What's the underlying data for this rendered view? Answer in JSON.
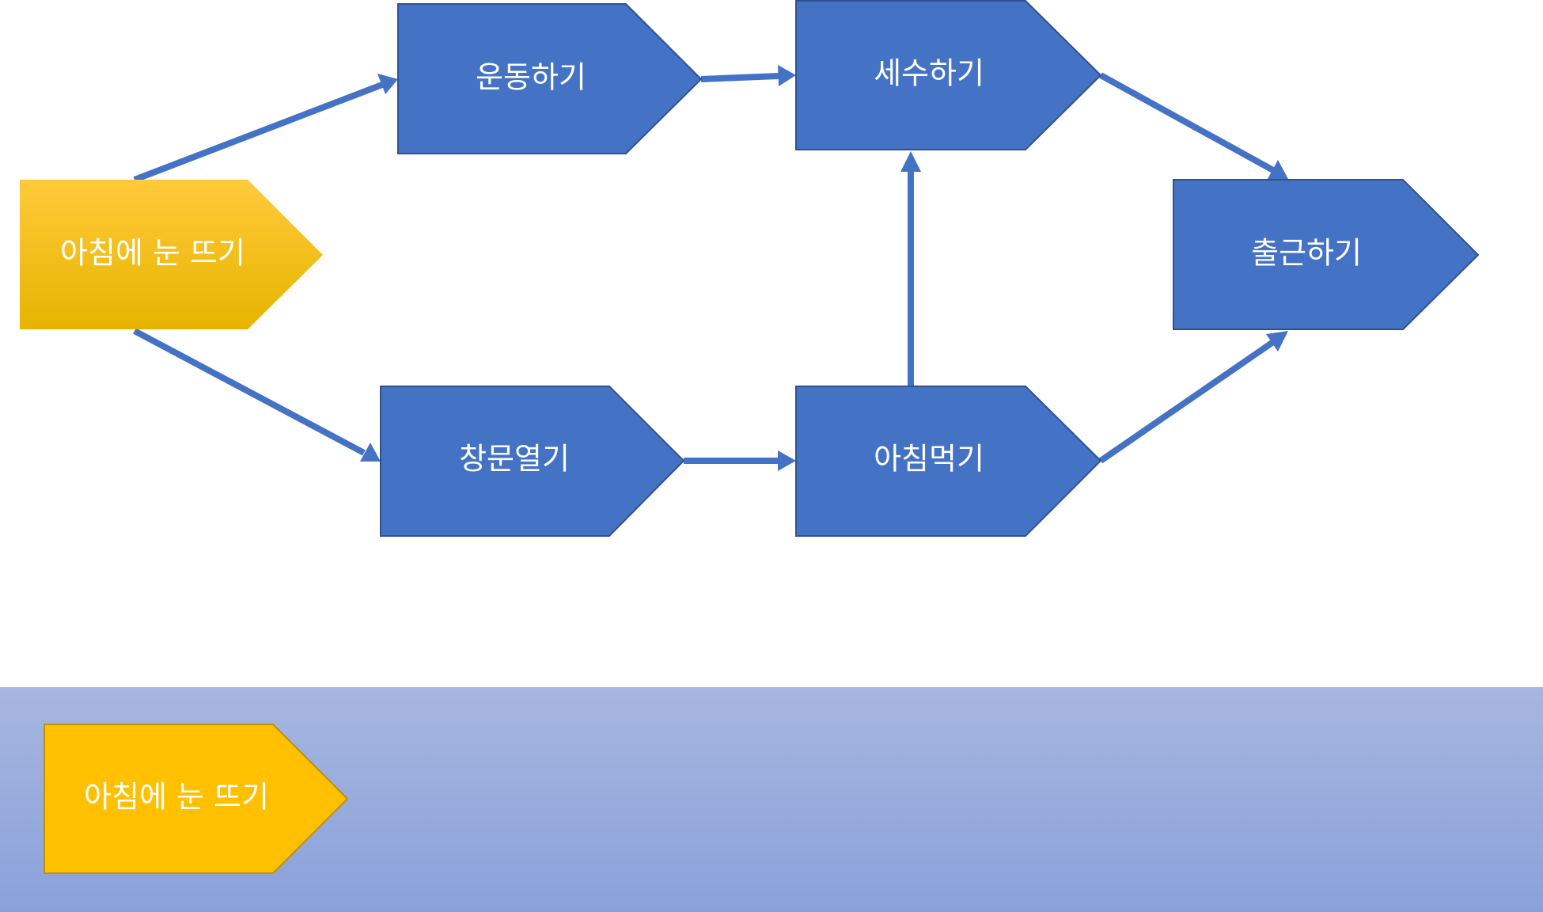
{
  "diagram": {
    "type": "flowchart",
    "colors": {
      "process_fill": "#4472C4",
      "process_stroke": "#2F528F",
      "start_gradient_top": "#FFCA3A",
      "start_gradient_bottom": "#E6B400",
      "palette_shape_fill": "#FFC000",
      "palette_shape_stroke": "#BF9000",
      "arrow": "#4472C4",
      "label_text": "#FFFFFF",
      "palette_band_top": "#A6B6DF",
      "palette_band_bottom": "#8AA1DA"
    },
    "nodes": {
      "wake_up": {
        "label": "아침에 눈 뜨기"
      },
      "exercise": {
        "label": "운동하기"
      },
      "wash_face": {
        "label": "세수하기"
      },
      "commute": {
        "label": "출근하기"
      },
      "open_window": {
        "label": "창문열기"
      },
      "eat_breakfast": {
        "label": "아침먹기"
      }
    },
    "edges": [
      {
        "from": "wake_up",
        "to": "exercise"
      },
      {
        "from": "wake_up",
        "to": "open_window"
      },
      {
        "from": "exercise",
        "to": "wash_face"
      },
      {
        "from": "open_window",
        "to": "eat_breakfast"
      },
      {
        "from": "eat_breakfast",
        "to": "wash_face"
      },
      {
        "from": "wash_face",
        "to": "commute"
      },
      {
        "from": "eat_breakfast",
        "to": "commute"
      }
    ]
  },
  "palette": {
    "items": [
      {
        "label": "아침에 눈 뜨기"
      }
    ]
  }
}
